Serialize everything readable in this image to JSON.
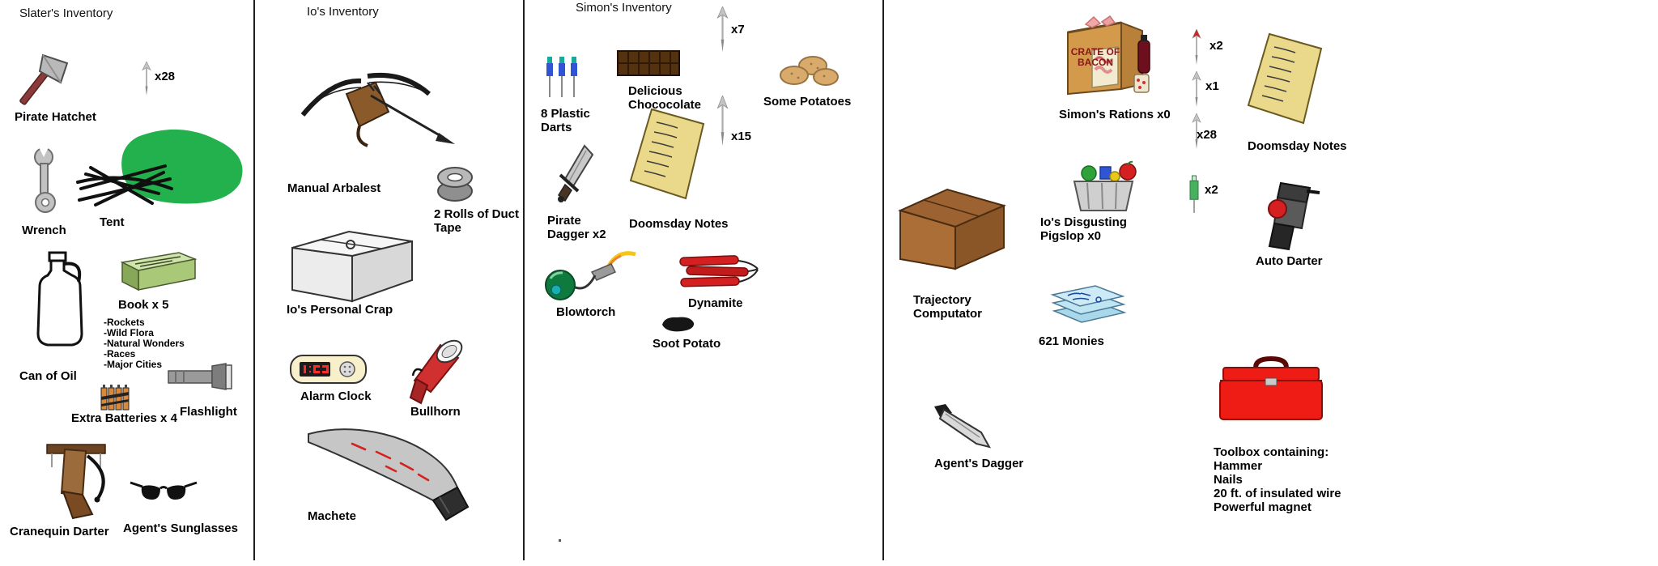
{
  "colors": {
    "tent_green": "#22b14c",
    "toolbox_red": "#ee1c14",
    "dynamite_red": "#d42020",
    "notes_yellow": "#ead98b",
    "crate_brown": "#d29a4a",
    "monies_blue": "#cdeaf6"
  },
  "slater": {
    "header": "Slater's Inventory",
    "pirate_hatchet": "Pirate Hatchet",
    "dart_count": "x28",
    "wrench": "Wrench",
    "tent": "Tent",
    "can_of_oil": "Can of Oil",
    "book": "Book x 5",
    "book_topics": [
      "-Rockets",
      "-Wild Flora",
      "-Natural Wonders",
      "-Races",
      "-Major Cities"
    ],
    "batteries": "Extra Batteries x 4",
    "flashlight": "Flashlight",
    "cranequin_darter": "Cranequin Darter",
    "sunglasses": "Agent's Sunglasses"
  },
  "io": {
    "header": "Io's Inventory",
    "arbalest": "Manual Arbalest",
    "duct_tape": "2 Rolls of Duct Tape",
    "personal_crap": "Io's Personal Crap",
    "alarm_clock": "Alarm Clock",
    "bullhorn": "Bullhorn",
    "machete": "Machete"
  },
  "simon": {
    "header": "Simon's Inventory",
    "plastic_darts": "8 Plastic Darts",
    "chocolate": "Delicious Chococolate",
    "dart_count_7": "x7",
    "potatoes": "Some Potatoes",
    "pirate_dagger": "Pirate Dagger x2",
    "doomsday_notes": "Doomsday Notes",
    "dart_count_15": "x15",
    "blowtorch": "Blowtorch",
    "dynamite": "Dynamite",
    "soot_potato": "Soot Potato"
  },
  "shared": {
    "rations": "Simon's Rations  x0",
    "crate_text": "CRATE OF BACON",
    "dart_red_count": "x2",
    "dart_count_1": "x1",
    "dart_count_28": "x28",
    "doomsday_notes": "Doomsday Notes",
    "pigslop": "Io's Disgusting Pigslop  x0",
    "syringe_count": "x2",
    "auto_darter": "Auto Darter",
    "trajectory": "Trajectory Computator",
    "monies": "621 Monies",
    "agents_dagger": "Agent's Dagger",
    "toolbox_title": "Toolbox containing:",
    "toolbox_contents": [
      "Hammer",
      "Nails",
      "20 ft. of insulated wire",
      "Powerful magnet"
    ]
  }
}
